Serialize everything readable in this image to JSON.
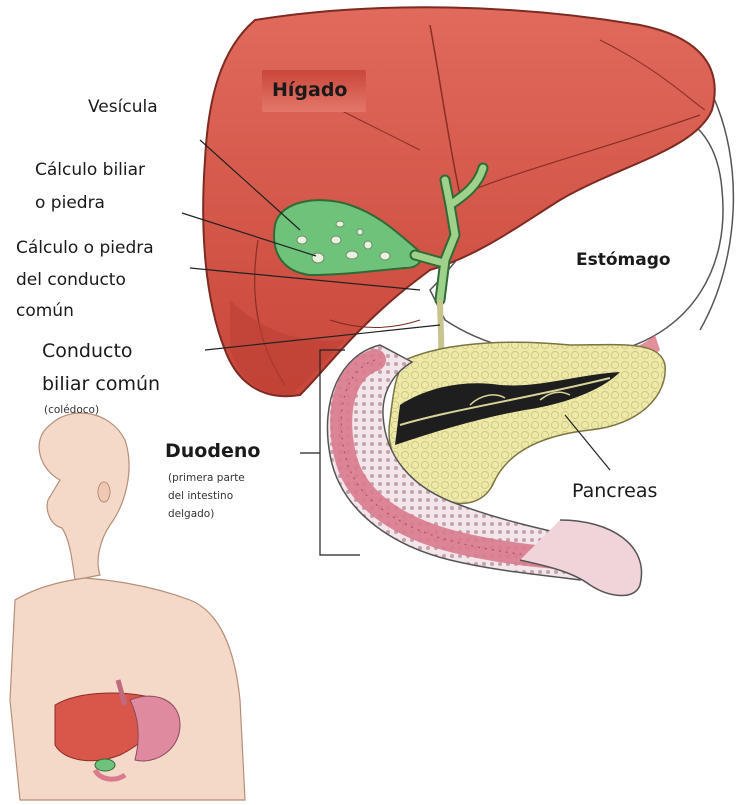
{
  "labels": {
    "higado": "Hígado",
    "vesicula": "Vesícula",
    "calculo_biliar_l1": "Cálculo biliar",
    "calculo_biliar_l2": "o piedra",
    "calculo_comun_l1": "Cálculo o piedra",
    "calculo_comun_l2": "del conducto",
    "calculo_comun_l3": "común",
    "conducto_l1": "Conducto",
    "conducto_l2": "biliar común",
    "coledoco": "(colédoco)",
    "duodeno": "Duodeno",
    "duodeno_note_l1": "(primera parte",
    "duodeno_note_l2": "del intestino",
    "duodeno_note_l3": "delgado)",
    "estomago": "Estómago",
    "pancreas": "Pancreas"
  },
  "colors": {
    "liver": "#d9574a",
    "liver_dark": "#a8372c",
    "gallbladder": "#6fc27a",
    "bile_duct": "#9ed28a",
    "duodenum": "#d97a8e",
    "pancreas": "#efe9a8",
    "pancreatic_duct": "#1e1e1e",
    "skin": "#f4d9c8"
  }
}
